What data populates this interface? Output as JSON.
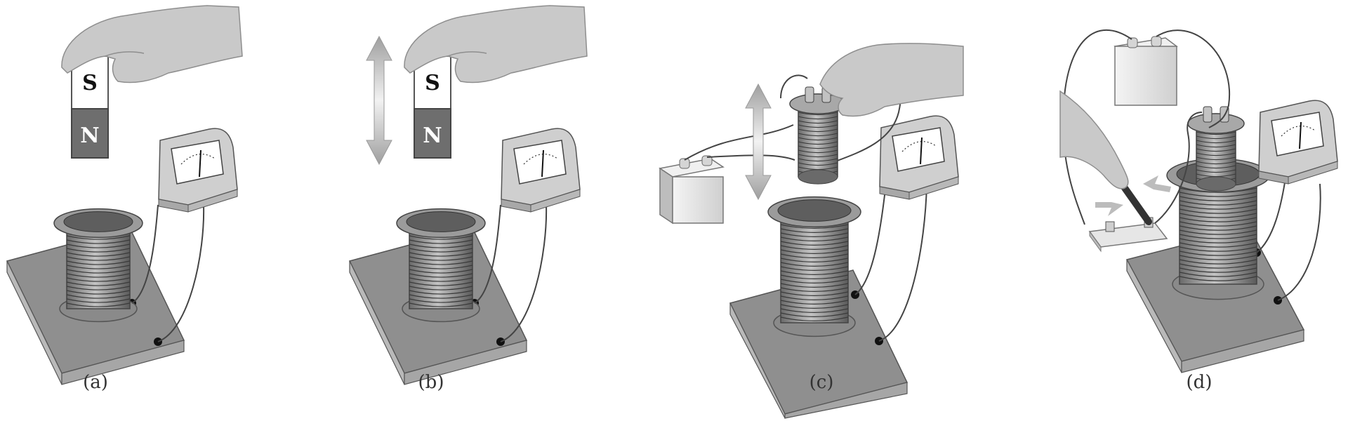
{
  "colors": {
    "skin": "#c9c9c9",
    "skin_edge": "#8e8e8e",
    "metal": "#9a9a9a",
    "metal_dark": "#5f5f5f",
    "base_top": "#8f8f8f",
    "base_side": "#b9b9b9",
    "battery": "#e2e2e2",
    "wire": "#444444",
    "magnet_n": "#6e6e6e",
    "magnet_s": "#ffffff",
    "arrow": "#cfcfcf"
  },
  "magnet": {
    "north": "N",
    "south": "S"
  },
  "panels": [
    {
      "id": "a",
      "label": "(a)"
    },
    {
      "id": "b",
      "label": "(b)"
    },
    {
      "id": "c",
      "label": "(c)"
    },
    {
      "id": "d",
      "label": "(d)"
    }
  ]
}
